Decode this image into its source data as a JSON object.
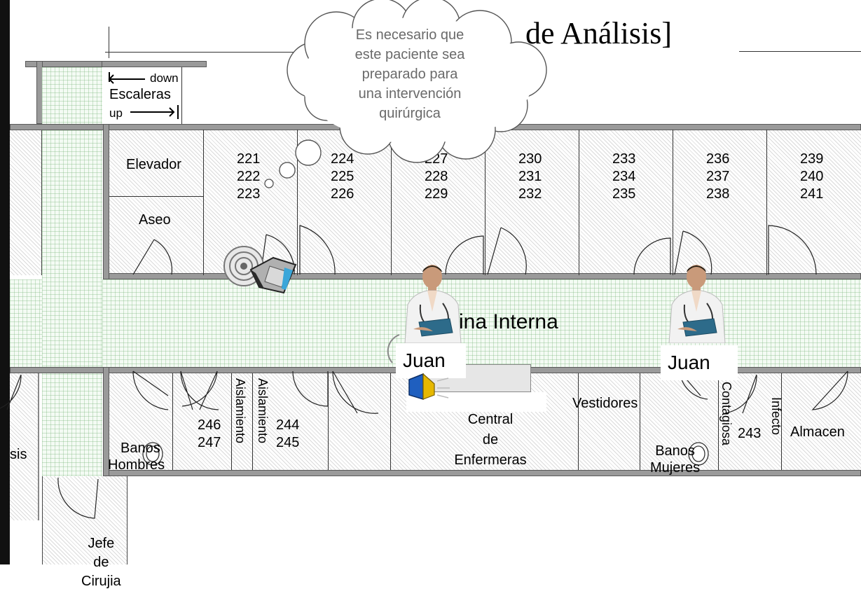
{
  "title_fragment": "de Análisis]",
  "speech_bubble": {
    "lines": [
      "Es necesario que",
      "este paciente sea",
      "preparado para",
      "una intervención",
      "quirúrgica"
    ]
  },
  "stairs": {
    "down": "down",
    "name": "Escaleras",
    "up": "up"
  },
  "rooms_top": {
    "elevador": "Elevador",
    "aseo": "Aseo",
    "groups": [
      [
        "221",
        "222",
        "223"
      ],
      [
        "224",
        "225",
        "226"
      ],
      [
        "227",
        "228",
        "229"
      ],
      [
        "230",
        "231",
        "232"
      ],
      [
        "233",
        "234",
        "235"
      ],
      [
        "236",
        "237",
        "238"
      ],
      [
        "239",
        "240",
        "241"
      ]
    ]
  },
  "corridor_label": "ina Interna",
  "doctors": [
    {
      "name": "Juan"
    },
    {
      "name": "Juan"
    }
  ],
  "rooms_bottom": {
    "banos_hombres": [
      "Banos",
      "Hombres"
    ],
    "r246_247": [
      "246",
      "247"
    ],
    "aislamiento_1": "Aislamiento",
    "aislamiento_2": "Aislamiento",
    "r244_245": [
      "244",
      "245"
    ],
    "central": [
      "Central",
      "de",
      "Enfermeras"
    ],
    "vestidores": "Vestidores",
    "banos_mujeres": [
      "Banos",
      "Mujeres"
    ],
    "contagiosa": "Contagiosa",
    "r243": "243",
    "infecto": "Infecto",
    "almacen": "Almacen"
  },
  "left_fragment": "sis",
  "jefe": [
    "Jefe",
    "de",
    "Cirujia"
  ],
  "colors": {
    "wall": "#9a9a9a",
    "corridor": "#f4fbf4",
    "bubble_text": "#6a6a6a"
  }
}
